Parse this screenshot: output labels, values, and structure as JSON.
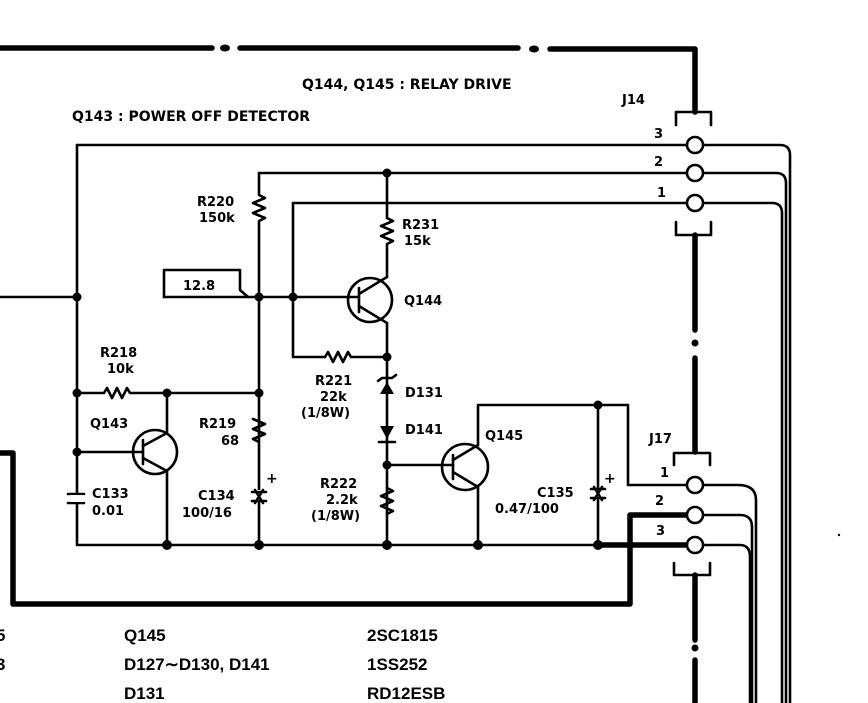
{
  "titles": {
    "relay_drive": "Q144, Q145 : RELAY DRIVE",
    "power_off": "Q143 : POWER OFF DETECTOR"
  },
  "voltage_box": "12.8",
  "components": {
    "r220": {
      "ref": "R220",
      "value": "150k"
    },
    "r231": {
      "ref": "R231",
      "value": "15k"
    },
    "r218": {
      "ref": "R218",
      "value": "10k"
    },
    "r219": {
      "ref": "R219",
      "value": "68"
    },
    "r221": {
      "ref": "R221",
      "value": "22k",
      "rating": "(1/8W)"
    },
    "r222": {
      "ref": "R222",
      "value": "2.2k",
      "rating": "(1/8W)"
    },
    "c133": {
      "ref": "C133",
      "value": "0.01"
    },
    "c134": {
      "ref": "C134",
      "value": "100/16",
      "polarity": "+"
    },
    "c135": {
      "ref": "C135",
      "value": "0.47/100",
      "polarity": "+"
    },
    "q143": {
      "ref": "Q143"
    },
    "q144": {
      "ref": "Q144"
    },
    "q145": {
      "ref": "Q145"
    },
    "d131": {
      "ref": "D131"
    },
    "d141": {
      "ref": "D141"
    }
  },
  "connectors": {
    "j14": {
      "ref": "J14",
      "pins": [
        "3",
        "2",
        "1"
      ]
    },
    "j17": {
      "ref": "J17",
      "pins": [
        "1",
        "2",
        "3"
      ]
    }
  },
  "parts_table": {
    "left_fragments": [
      "5",
      "3"
    ],
    "rows": [
      {
        "ref": "Q145",
        "part": "2SC1815"
      },
      {
        "ref": "D127∼D130, D141",
        "part": "1SS252"
      },
      {
        "ref": "D131",
        "part": "RD12ESB"
      }
    ]
  }
}
